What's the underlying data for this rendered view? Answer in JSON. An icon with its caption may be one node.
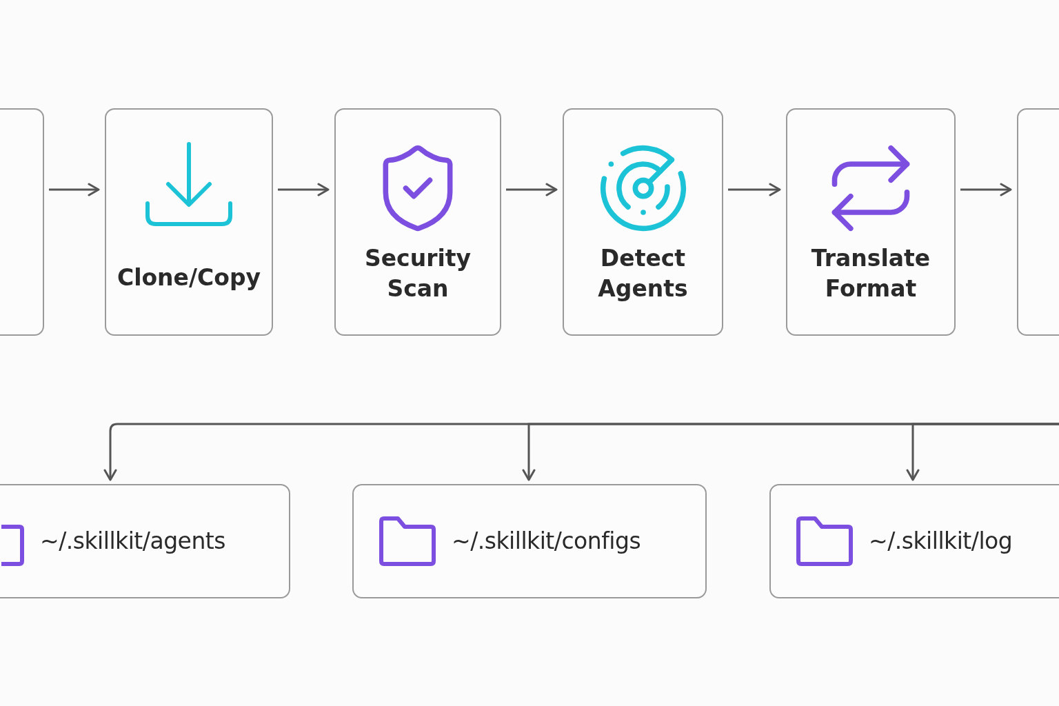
{
  "diagram": {
    "nodes": [
      {
        "text": [],
        "shape": "box"
      },
      {
        "text": [
          "Clone/Copy"
        ]
      },
      {
        "text": [
          "Security Scan"
        ]
      },
      {
        "text": [
          "Detect Agents"
        ]
      },
      {
        "text": [
          "Translate Format"
        ]
      },
      {
        "text": [],
        "shape": "box"
      },
      {
        "text": [
          "~/.skillkit/agents"
        ]
      },
      {
        "text": [
          "~/.skillkit/configs"
        ]
      },
      {
        "text": [
          "~/.skillkit/log"
        ]
      }
    ],
    "edges": [
      {
        "from": 0,
        "to": 1,
        "arrow": "to"
      },
      {
        "from": 1,
        "to": 2,
        "arrow": "to"
      },
      {
        "from": 2,
        "to": 3,
        "arrow": "to"
      },
      {
        "from": 3,
        "to": 4,
        "arrow": "to"
      },
      {
        "from": 4,
        "to": 5,
        "arrow": "to"
      },
      {
        "from": null,
        "to": 6,
        "arrow": "to"
      },
      {
        "from": null,
        "to": 7,
        "arrow": "to"
      },
      {
        "from": null,
        "to": 8,
        "arrow": "to"
      }
    ]
  }
}
